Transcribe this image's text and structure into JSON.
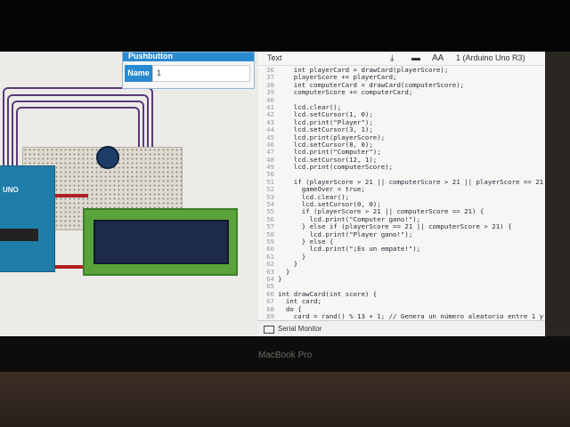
{
  "toolbar": {
    "mode_label": "Text",
    "board_selector": "1 (Arduino Uno R3)",
    "font_size_icon": "AA"
  },
  "inspector": {
    "title": "Pushbutton",
    "name_label": "Name",
    "name_value": "1"
  },
  "circuit": {
    "board_label": "UNO"
  },
  "code": {
    "lines": [
      {
        "n": "36",
        "t": "    int playerCard = drawCard(playerScore);"
      },
      {
        "n": "37",
        "t": "    playerScore += playerCard;"
      },
      {
        "n": "38",
        "t": "    int computerCard = drawCard(computerScore);"
      },
      {
        "n": "39",
        "t": "    computerScore += computerCard;"
      },
      {
        "n": "40",
        "t": ""
      },
      {
        "n": "41",
        "t": "    lcd.clear();"
      },
      {
        "n": "42",
        "t": "    lcd.setCursor(1, 0);"
      },
      {
        "n": "43",
        "t": "    lcd.print(\"Player\");"
      },
      {
        "n": "44",
        "t": "    lcd.setCursor(3, 1);"
      },
      {
        "n": "45",
        "t": "    lcd.print(playerScore);"
      },
      {
        "n": "46",
        "t": "    lcd.setCursor(8, 0);"
      },
      {
        "n": "47",
        "t": "    lcd.print(\"Computer\");"
      },
      {
        "n": "48",
        "t": "    lcd.setCursor(12, 1);"
      },
      {
        "n": "49",
        "t": "    lcd.print(computerScore);"
      },
      {
        "n": "50",
        "t": ""
      },
      {
        "n": "51",
        "t": "    if (playerScore > 21 || computerScore > 21 || playerScore == 21"
      },
      {
        "n": "52",
        "t": "      gameOver = true;"
      },
      {
        "n": "53",
        "t": "      lcd.clear();"
      },
      {
        "n": "54",
        "t": "      lcd.setCursor(0, 0);"
      },
      {
        "n": "55",
        "t": "      if (playerScore > 21 || computerScore == 21) {"
      },
      {
        "n": "56",
        "t": "        lcd.print(\"Computer gano!\");"
      },
      {
        "n": "57",
        "t": "      } else if (playerScore == 21 || computerScore > 21) {"
      },
      {
        "n": "58",
        "t": "        lcd.print(\"Player gano!\");"
      },
      {
        "n": "59",
        "t": "      } else {"
      },
      {
        "n": "60",
        "t": "        lcd.print(\"¡Es un empate!\");"
      },
      {
        "n": "61",
        "t": "      }"
      },
      {
        "n": "62",
        "t": "    }"
      },
      {
        "n": "63",
        "t": "  }"
      },
      {
        "n": "64",
        "t": "}"
      },
      {
        "n": "65",
        "t": ""
      },
      {
        "n": "66",
        "t": "int drawCard(int score) {"
      },
      {
        "n": "67",
        "t": "  int card;"
      },
      {
        "n": "68",
        "t": "  do {"
      },
      {
        "n": "69",
        "t": "    card = rand() % 13 + 1; // Genera un número aleatorio entre 1 y"
      }
    ]
  },
  "serial_monitor": {
    "label": "Serial Monitor"
  },
  "laptop": {
    "brand": "MacBook Pro"
  }
}
